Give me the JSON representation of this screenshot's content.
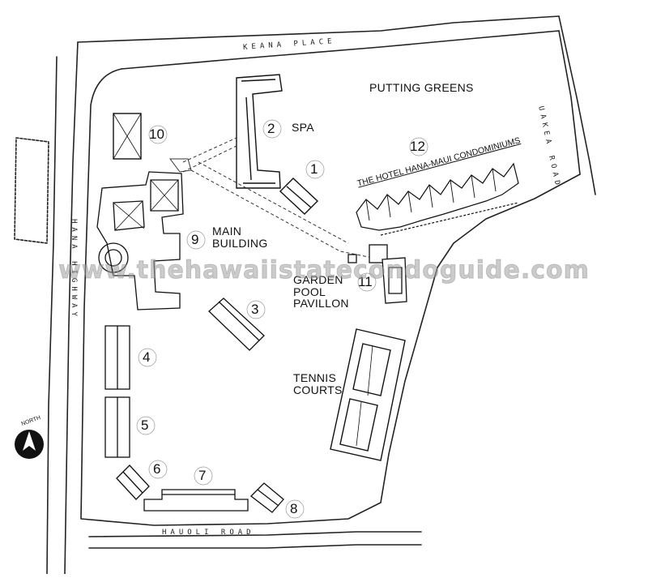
{
  "watermark": "www.thehawaiistatecondoguide.com",
  "streets": {
    "top": "KEANA PLACE",
    "right": "UAKEA ROAD",
    "left": "HANA HIGHWAY",
    "bottom": "HAUOLI ROAD"
  },
  "areas": {
    "putting_greens": "PUTTING GREENS",
    "condos": "THE HOTEL HANA-MAUI CONDOMINIUMS",
    "spa": "SPA",
    "main_building": "MAIN BUILDING",
    "garden_pool": "GARDEN POOL PAVILLON",
    "tennis": "TENNIS COURTS"
  },
  "numbers": [
    "1",
    "2",
    "3",
    "4",
    "5",
    "6",
    "7",
    "8",
    "9",
    "10",
    "11",
    "12"
  ],
  "compass": "NORTH"
}
